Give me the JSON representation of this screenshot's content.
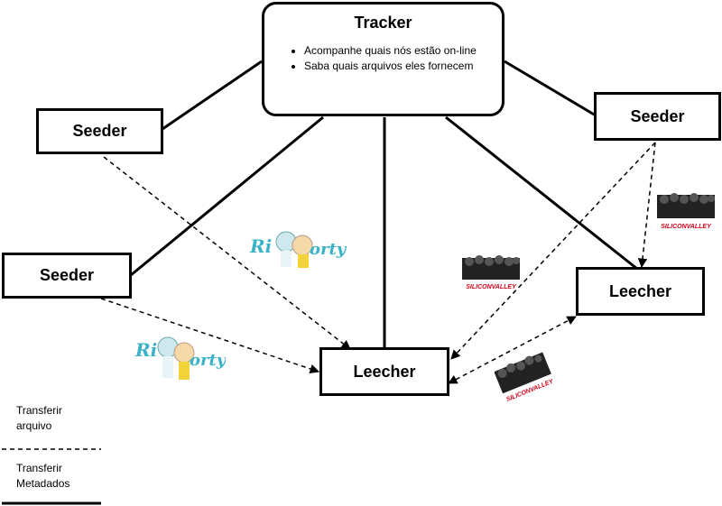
{
  "tracker": {
    "title": "Tracker",
    "bullets": [
      "Acompanhe quais nós estão on-line",
      "Saba quais arquivos eles fornecem"
    ]
  },
  "nodes": {
    "seeder_top_left": "Seeder",
    "seeder_mid_left": "Seeder",
    "seeder_right": "Seeder",
    "leecher_center": "Leecher",
    "leecher_right": "Leecher"
  },
  "legend": {
    "dashed_label": "Transferir\narquivo",
    "solid_label": "Transferir\nMetadados"
  },
  "badges": {
    "rick_morty_text_1": "Rick Morty",
    "rick_morty_text_2": "Rick Morty",
    "silicon_valley_text_1": "SILICONVALLEY",
    "silicon_valley_text_2": "SILICONVALLEY",
    "silicon_valley_text_3": "SILICONVALLEY"
  },
  "colors": {
    "line": "#000000",
    "rick_morty_teal": "#3bb3c7",
    "rick_morty_yellow": "#f2d33a",
    "silicon_valley_red": "#d0021b"
  }
}
